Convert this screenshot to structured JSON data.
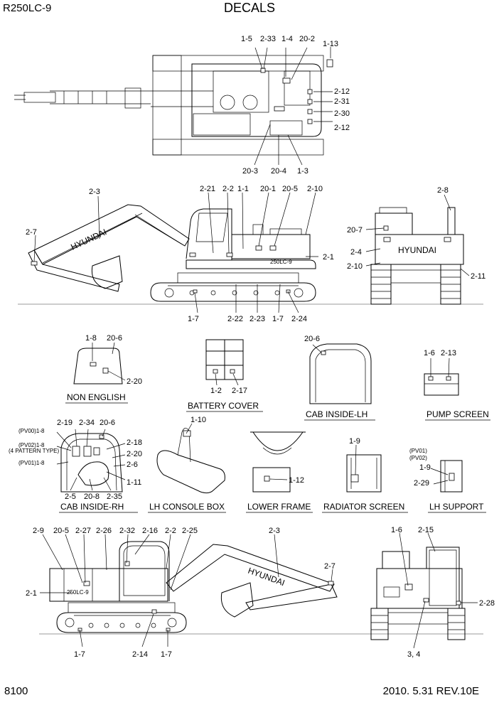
{
  "header": {
    "model": "R250LC-9",
    "title": "DECALS"
  },
  "footer": {
    "page": "8100",
    "revision": "2010. 5.31  REV.10E"
  },
  "captions": {
    "non_english": "NON ENGLISH",
    "battery_cover": "BATTERY COVER",
    "cab_inside_lh": "CAB INSIDE-LH",
    "pump_screen": "PUMP SCREEN",
    "cab_inside_rh": "CAB INSIDE-RH",
    "lh_console_box": "LH CONSOLE BOX",
    "lower_frame": "LOWER FRAME",
    "radiator_screen": "RADIATOR SCREEN",
    "lh_support": "LH SUPPORT"
  },
  "brand": {
    "hyundai": "HYUNDAI",
    "model_badge": "250LC-9"
  },
  "callouts": {
    "top_view": [
      "1-5",
      "2-33",
      "1-4",
      "20-2",
      "1-13",
      "2-12",
      "2-31",
      "2-30",
      "2-12",
      "20-3",
      "20-4",
      "1-3"
    ],
    "side_rh": [
      "2-3",
      "2-7",
      "2-21",
      "2-2",
      "1-1",
      "20-1",
      "20-5",
      "2-10",
      "2-1",
      "1-7",
      "2-22",
      "2-23",
      "1-7",
      "2-24"
    ],
    "rear_view": [
      "2-8",
      "20-7",
      "2-4",
      "2-10",
      "2-11"
    ],
    "non_english": [
      "1-8",
      "20-6",
      "2-20"
    ],
    "battery_cover": [
      "1-2",
      "2-17"
    ],
    "cab_inside_lh": [
      "20-6"
    ],
    "pump_screen": [
      "1-6",
      "2-13"
    ],
    "cab_inside_rh": [
      "2-19",
      "2-34",
      "20-6",
      "2-18",
      "2-20",
      "2-6",
      "1-11",
      "2-5",
      "20-8",
      "2-35"
    ],
    "cab_inside_rh_left": [
      "(PV00)1-8",
      "(PV02)1-8",
      "(4 PATTERN TYPE)",
      "(PV01)1-8"
    ],
    "lh_console_box": [
      "1-10"
    ],
    "lower_frame": [
      "1-12"
    ],
    "radiator_screen": [
      "1-9"
    ],
    "lh_support": [
      "(PV01)",
      "(PV02)",
      "1-9",
      "2-29"
    ],
    "side_lh": [
      "2-9",
      "20-5",
      "2-27",
      "2-26",
      "2-32",
      "2-16",
      "2-2",
      "2-25",
      "2-3",
      "2-7",
      "2-1",
      "1-7",
      "2-14",
      "1-7"
    ],
    "front_view": [
      "1-6",
      "2-15",
      "2-28",
      "3, 4"
    ]
  }
}
